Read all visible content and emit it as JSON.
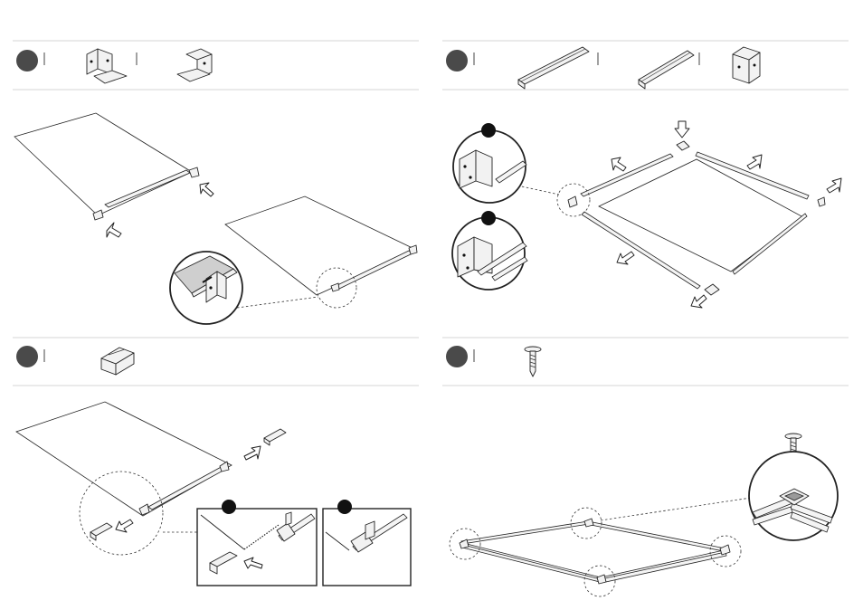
{
  "page": {
    "background": "#ffffff",
    "ink": "#222222",
    "badge_color": "#4a4a4a",
    "rule_color": "#d6d6d6"
  },
  "steps": [
    {
      "id": "step-1",
      "parts": [
        "corner-bracket-left-icon",
        "corner-bracket-right-icon"
      ]
    },
    {
      "id": "step-2",
      "parts": [
        "long-rail-icon",
        "long-rail-icon",
        "corner-bracket-icon"
      ]
    },
    {
      "id": "step-3",
      "parts": [
        "short-connector-icon"
      ]
    },
    {
      "id": "step-4",
      "parts": [
        "screw-icon"
      ]
    }
  ]
}
